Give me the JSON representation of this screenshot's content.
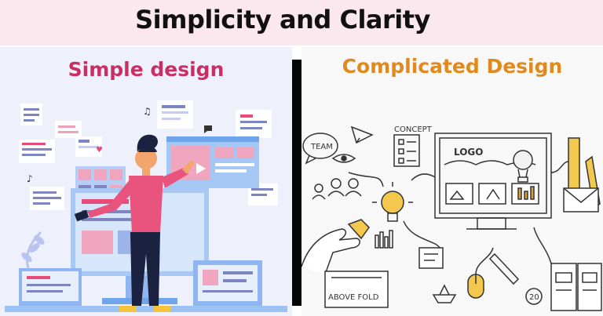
{
  "header": {
    "title": "Simplicity and Clarity"
  },
  "left_panel": {
    "label": "Simple design"
  },
  "right_panel": {
    "label": "Complicated Design"
  },
  "sketch_labels": {
    "team": "TEAM",
    "concept": "CONCEPT",
    "logo": "LOGO",
    "above_fold": "ABOVE FOLD",
    "counter": "20"
  },
  "colors": {
    "header_bg": "#fbe7ee",
    "simple_label": "#c92f63",
    "complicated_label": "#e08a1e",
    "left_bg": "#eef0fb",
    "right_bg": "#f8f8f8",
    "divider": "#050505"
  }
}
